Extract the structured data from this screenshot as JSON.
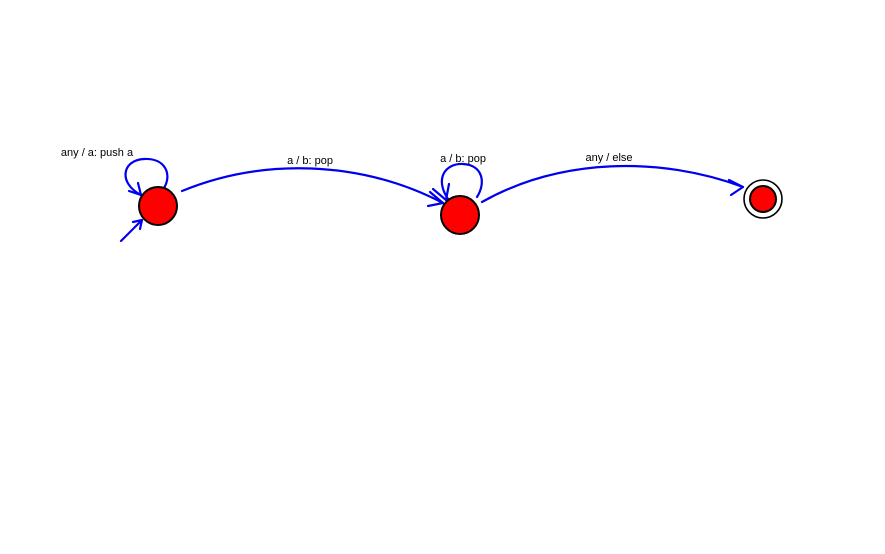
{
  "diagram": {
    "edge_color": "#0000ee",
    "state_fill": "#ff0000",
    "transitions": {
      "q0_self": {
        "label": "any / a: push a"
      },
      "q0_to_q1": {
        "label": "a / b: pop"
      },
      "q1_self": {
        "label": "a / b: pop"
      },
      "q1_to_q2": {
        "label": "any / else"
      }
    },
    "states": {
      "q0": {
        "initial": true,
        "accepting": false
      },
      "q1": {
        "initial": false,
        "accepting": false
      },
      "q2": {
        "initial": false,
        "accepting": true
      }
    }
  }
}
